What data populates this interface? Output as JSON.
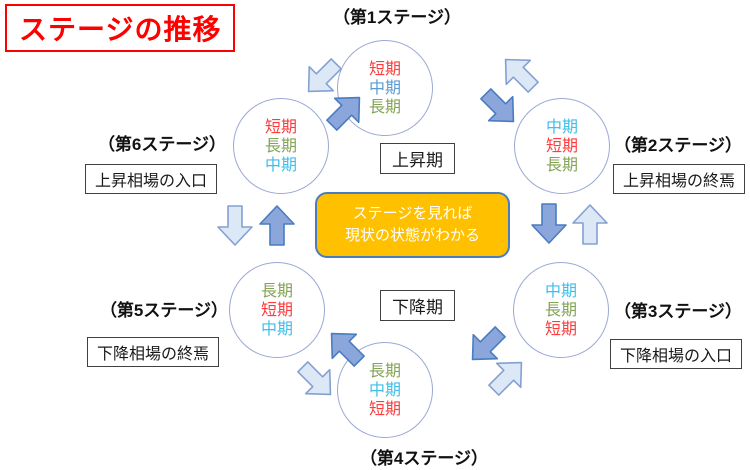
{
  "title": "ステージの推移",
  "center_box": {
    "line1": "ステージを見れば",
    "line2": "現状の状態がわかる"
  },
  "phase_up": "上昇期",
  "phase_down": "下降期",
  "stages": [
    {
      "label": "（第1ステージ）",
      "terms": [
        {
          "text": "短期",
          "color": "#ff3b3b"
        },
        {
          "text": "中期",
          "color": "#5b9bd5"
        },
        {
          "text": "長期",
          "color": "#84a456"
        }
      ]
    },
    {
      "label": "（第2ステージ）",
      "note": "上昇相場の終焉",
      "terms": [
        {
          "text": "中期",
          "color": "#3fbeea"
        },
        {
          "text": "短期",
          "color": "#ff3b3b"
        },
        {
          "text": "長期",
          "color": "#84a456"
        }
      ]
    },
    {
      "label": "（第3ステージ）",
      "note": "下降相場の入口",
      "terms": [
        {
          "text": "中期",
          "color": "#3fbeea"
        },
        {
          "text": "長期",
          "color": "#84a456"
        },
        {
          "text": "短期",
          "color": "#ff3b3b"
        }
      ]
    },
    {
      "label": "（第4ステージ）",
      "terms": [
        {
          "text": "長期",
          "color": "#84a456"
        },
        {
          "text": "中期",
          "color": "#3fbeea"
        },
        {
          "text": "短期",
          "color": "#ff3b3b"
        }
      ]
    },
    {
      "label": "（第5ステージ）",
      "note": "下降相場の終焉",
      "terms": [
        {
          "text": "長期",
          "color": "#84a456"
        },
        {
          "text": "短期",
          "color": "#ff3b3b"
        },
        {
          "text": "中期",
          "color": "#3fbeea"
        }
      ]
    },
    {
      "label": "（第6ステージ）",
      "note": "上昇相場の入口",
      "terms": [
        {
          "text": "短期",
          "color": "#ff3b3b"
        },
        {
          "text": "長期",
          "color": "#84a456"
        },
        {
          "text": "中期",
          "color": "#3fbeea"
        }
      ]
    }
  ],
  "colors": {
    "title_red": "#ff0000",
    "circle_border": "#9aa8d5",
    "arrow_dark_fill": "#8ba6db",
    "arrow_dark_stroke": "#4a7cc0",
    "arrow_light_fill": "#dce8f6",
    "arrow_light_stroke": "#84a0d2",
    "center_fill": "#ffc000",
    "center_border": "#4a7cc0"
  }
}
